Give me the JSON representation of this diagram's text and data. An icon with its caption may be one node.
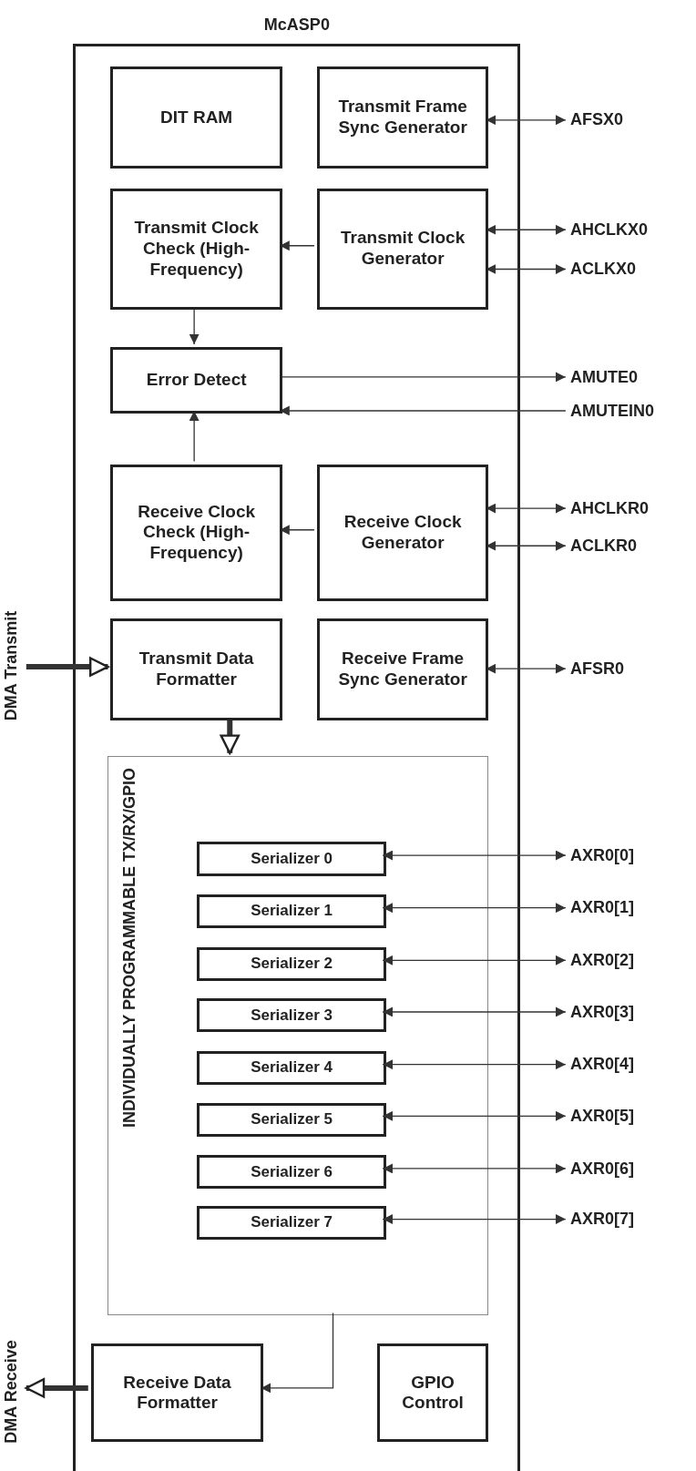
{
  "diagram": {
    "nodes": [
      {
        "text": [
          "McASP0"
        ]
      },
      {
        "text": [
          "DIT RAM"
        ],
        "in": 0
      },
      {
        "text": [
          "Transmit Frame Sync Generator"
        ],
        "in": 0
      },
      {
        "text": [
          "Transmit Clock Check (High-Frequency)"
        ],
        "in": 0
      },
      {
        "text": [
          "Transmit Clock Generator"
        ],
        "in": 0
      },
      {
        "text": [
          "Error Detect"
        ],
        "in": 0
      },
      {
        "text": [
          "Receive Clock Check (High-Frequency)"
        ],
        "in": 0
      },
      {
        "text": [
          "Receive Clock Generator"
        ],
        "in": 0
      },
      {
        "text": [
          "Transmit Data Formatter"
        ],
        "in": 0
      },
      {
        "text": [
          "Receive Frame Sync Generator"
        ],
        "in": 0
      },
      {
        "text": [
          "INDIVIDUALLY PROGRAMMABLE TX/RX/GPIO"
        ],
        "in": 0
      },
      {
        "text": [
          "Serializer 0"
        ],
        "in": 10
      },
      {
        "text": [
          "Serializer 1"
        ],
        "in": 10
      },
      {
        "text": [
          "Serializer 2"
        ],
        "in": 10
      },
      {
        "text": [
          "Serializer 3"
        ],
        "in": 10
      },
      {
        "text": [
          "Serializer 4"
        ],
        "in": 10
      },
      {
        "text": [
          "Serializer 5"
        ],
        "in": 10
      },
      {
        "text": [
          "Serializer 6"
        ],
        "in": 10
      },
      {
        "text": [
          "Serializer 7"
        ],
        "in": 10
      },
      {
        "text": [
          "Receive Data Formatter"
        ],
        "in": 0
      },
      {
        "text": [
          "GPIO Control"
        ],
        "in": 0
      },
      {
        "text": [
          "AFSX0"
        ]
      },
      {
        "text": [
          "AHCLKX0"
        ]
      },
      {
        "text": [
          "ACLKX0"
        ]
      },
      {
        "text": [
          "AMUTE0"
        ]
      },
      {
        "text": [
          "AMUTEIN0"
        ]
      },
      {
        "text": [
          "AHCLKR0"
        ]
      },
      {
        "text": [
          "ACLKR0"
        ]
      },
      {
        "text": [
          "AFSR0"
        ]
      },
      {
        "text": [
          "AXR0[0]"
        ]
      },
      {
        "text": [
          "AXR0[1]"
        ]
      },
      {
        "text": [
          "AXR0[2]"
        ]
      },
      {
        "text": [
          "AXR0[3]"
        ]
      },
      {
        "text": [
          "AXR0[4]"
        ]
      },
      {
        "text": [
          "AXR0[5]"
        ]
      },
      {
        "text": [
          "AXR0[6]"
        ]
      },
      {
        "text": [
          "AXR0[7]"
        ]
      },
      {
        "text": [
          "DMA Transmit"
        ]
      },
      {
        "text": [
          "DMA Receive"
        ]
      }
    ],
    "edges": [
      {
        "from": 2,
        "to": 21,
        "arrow": "both"
      },
      {
        "from": 4,
        "to": 22,
        "arrow": "both"
      },
      {
        "from": 4,
        "to": 23,
        "arrow": "both"
      },
      {
        "from": 4,
        "to": 3,
        "arrow": "to"
      },
      {
        "from": 3,
        "to": 5,
        "arrow": "to"
      },
      {
        "from": 5,
        "to": 24,
        "arrow": "to"
      },
      {
        "from": 25,
        "to": 5,
        "arrow": "to"
      },
      {
        "from": 6,
        "to": 5,
        "arrow": "to"
      },
      {
        "from": 7,
        "to": 26,
        "arrow": "both"
      },
      {
        "from": 7,
        "to": 27,
        "arrow": "both"
      },
      {
        "from": 7,
        "to": 6,
        "arrow": "to"
      },
      {
        "from": 9,
        "to": 28,
        "arrow": "both"
      },
      {
        "from": 37,
        "to": 8,
        "arrow": "to",
        "style": "thick"
      },
      {
        "from": 8,
        "to": 10,
        "arrow": "to",
        "style": "thick"
      },
      {
        "from": 11,
        "to": 29,
        "arrow": "both"
      },
      {
        "from": 12,
        "to": 30,
        "arrow": "both"
      },
      {
        "from": 13,
        "to": 31,
        "arrow": "both"
      },
      {
        "from": 14,
        "to": 32,
        "arrow": "both"
      },
      {
        "from": 15,
        "to": 33,
        "arrow": "both"
      },
      {
        "from": 16,
        "to": 34,
        "arrow": "both"
      },
      {
        "from": 17,
        "to": 35,
        "arrow": "both"
      },
      {
        "from": 18,
        "to": 36,
        "arrow": "both"
      },
      {
        "from": 10,
        "to": 19,
        "arrow": "to"
      },
      {
        "from": 19,
        "to": 38,
        "arrow": "to",
        "style": "thick"
      }
    ]
  }
}
